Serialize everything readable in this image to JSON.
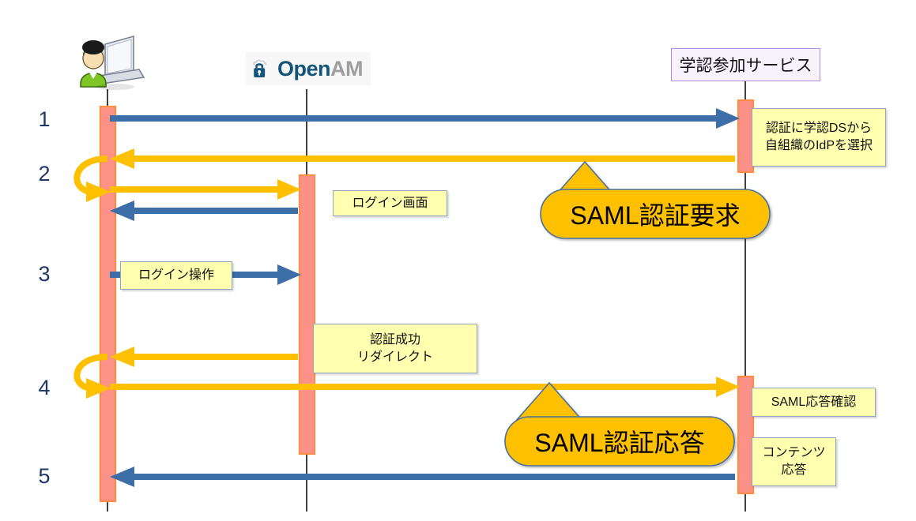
{
  "diagram": {
    "title_participants": [
      {
        "name": "user",
        "kind": "icon",
        "label": "user-laptop-icon"
      },
      {
        "name": "openam",
        "kind": "logo",
        "label_part1": "Open",
        "label_part2": "AM"
      },
      {
        "name": "service",
        "kind": "box",
        "label": "学認参加サービス"
      }
    ],
    "steps": [
      "1",
      "2",
      "3",
      "4",
      "5"
    ],
    "notes": [
      {
        "id": "note-auth-ds",
        "lines": [
          "認証に学認DSから",
          "自組織のIdPを選択"
        ]
      },
      {
        "id": "note-login-screen",
        "lines": [
          "ログイン画面"
        ]
      },
      {
        "id": "note-login-action",
        "lines": [
          "ログイン操作"
        ]
      },
      {
        "id": "note-auth-success",
        "lines": [
          "認証成功",
          "リダイレクト"
        ]
      },
      {
        "id": "note-saml-resp-check",
        "lines": [
          "SAML応答確認"
        ]
      },
      {
        "id": "note-content-resp",
        "lines": [
          "コンテンツ",
          "応答"
        ]
      }
    ],
    "callouts": [
      {
        "id": "callout-saml-request",
        "text": "SAML認証要求"
      },
      {
        "id": "callout-saml-response",
        "text": "SAML認証応答"
      }
    ],
    "colors": {
      "blue_arrow": "#3D6EA8",
      "yellow_arrow": "#FFC000",
      "activation_fill": "#FC9287",
      "activation_border": "#FF8C42",
      "note_fill": "#FFFFAF",
      "note_border": "#8FA8C0",
      "callout_fill": "#FFC000",
      "callout_border": "#4A6FA0",
      "service_box_fill": "#F7F2FC",
      "service_box_border": "#B98CE0",
      "step_num": "#1F3864",
      "lifeline": "#404040"
    }
  }
}
